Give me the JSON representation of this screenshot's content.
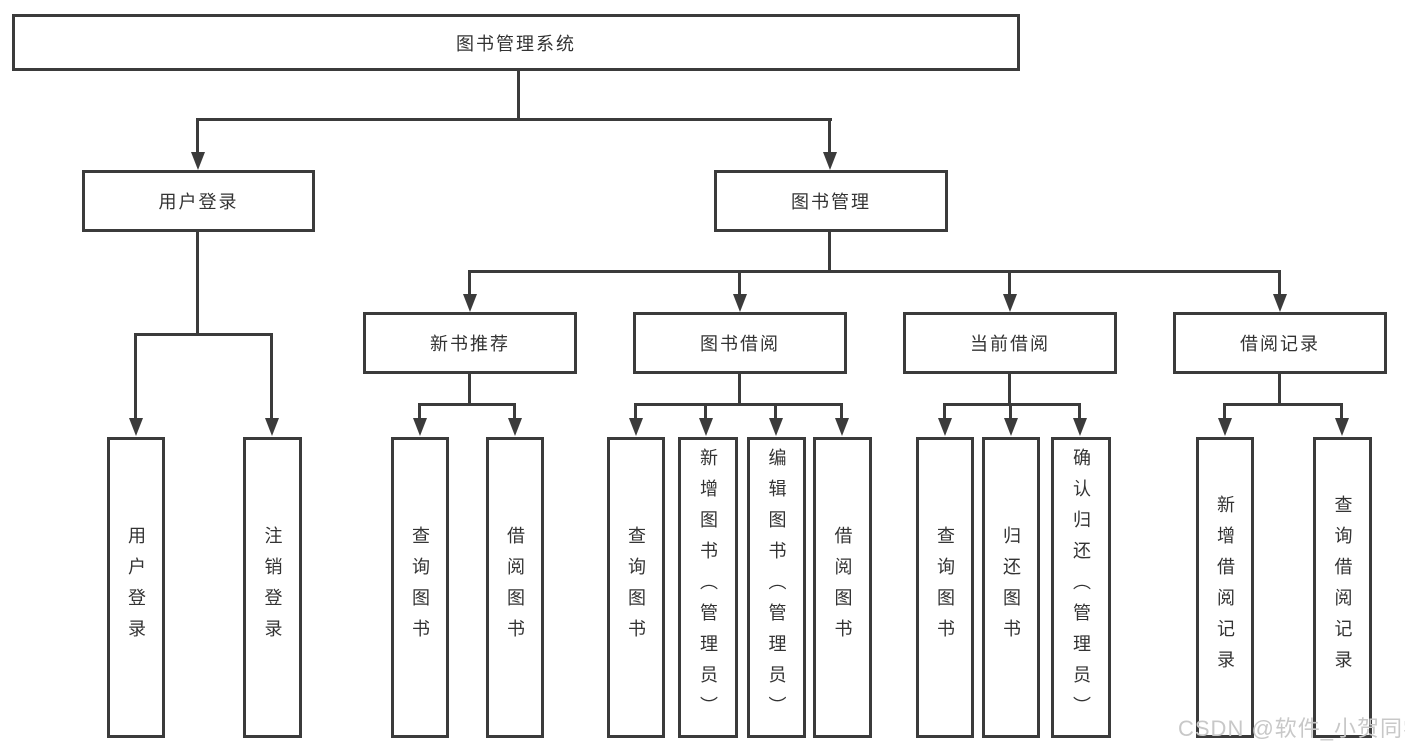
{
  "nodes": {
    "root": {
      "label": "图书管理系统"
    },
    "level2": [
      {
        "label": "用户登录"
      },
      {
        "label": "图书管理"
      }
    ],
    "level3": [
      {
        "label": "新书推荐"
      },
      {
        "label": "图书借阅"
      },
      {
        "label": "当前借阅"
      },
      {
        "label": "借阅记录"
      }
    ],
    "leaves": {
      "user_login": [
        {
          "label": "用户登录"
        },
        {
          "label": "注销登录"
        }
      ],
      "new_book": [
        {
          "label": "查询图书"
        },
        {
          "label": "借阅图书"
        }
      ],
      "book_borrow": [
        {
          "label": "查询图书"
        },
        {
          "label": "新增图书（管理员）"
        },
        {
          "label": "编辑图书（管理员）"
        },
        {
          "label": "借阅图书"
        }
      ],
      "current_borrow": [
        {
          "label": "查询图书"
        },
        {
          "label": "归还图书"
        },
        {
          "label": "确认归还（管理员）"
        }
      ],
      "borrow_records": [
        {
          "label": "新增借阅记录"
        },
        {
          "label": "查询借阅记录"
        }
      ]
    }
  },
  "watermark": {
    "text": "CSDN @软件_小贺同学"
  },
  "colors": {
    "line": "#3b3b3b",
    "text": "#333333",
    "watermark": "#c8c8c8",
    "background": "#ffffff"
  }
}
